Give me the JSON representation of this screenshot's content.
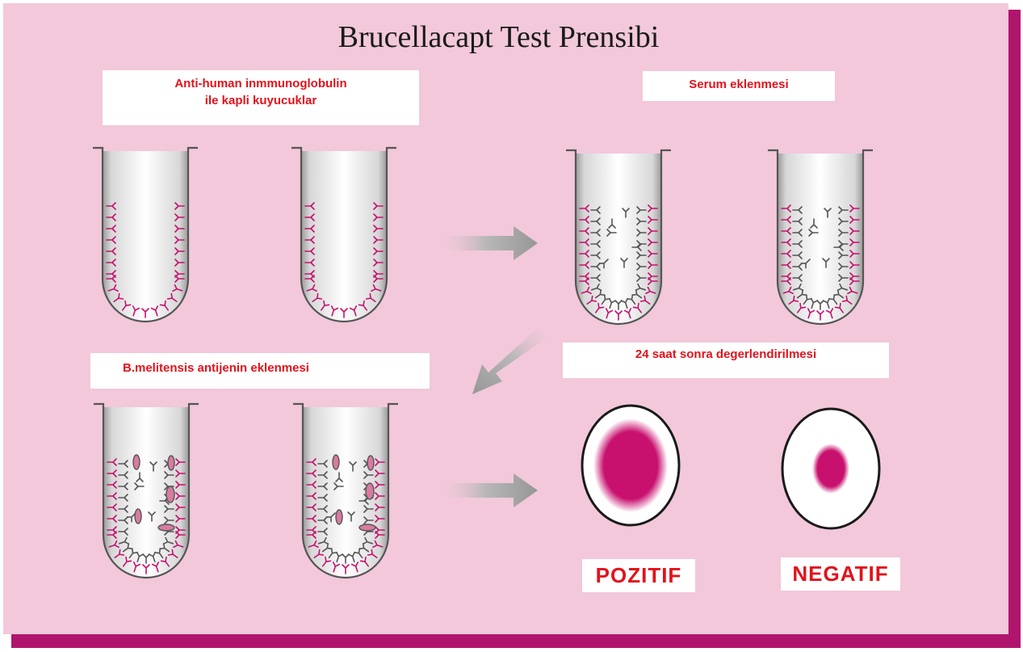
{
  "title": "Brucellacapt Test Prensibi",
  "labels": {
    "coated_wells_line1": "Anti-human inmmunoglobulin",
    "coated_wells_line2": "ile kapli kuyucuklar",
    "serum_added": "Serum eklenmesi",
    "antigen_added": "B.melitensis antijenin eklenmesi",
    "evaluation": "24 saat sonra degerlendirilmesi",
    "positive": "POZITIF",
    "negative": "NEGATIF"
  },
  "colors": {
    "background": "#f2c8da",
    "shadow": "#b0156e",
    "magenta": "#c8106e",
    "label_text": "#e3121b",
    "serum_antibody": "#555555",
    "antigen_fill": "#d87ba0",
    "arrow": "#9a9a9a"
  },
  "steps": [
    {
      "name": "coated-wells",
      "wells": 2,
      "state": "coated"
    },
    {
      "name": "serum-added",
      "wells": 2,
      "state": "serum"
    },
    {
      "name": "antigen-added",
      "wells": 2,
      "state": "antigen"
    },
    {
      "name": "evaluation",
      "results": [
        "positive",
        "negative"
      ]
    }
  ],
  "icons": [
    "right-arrow-icon",
    "diagonal-arrow-icon"
  ]
}
